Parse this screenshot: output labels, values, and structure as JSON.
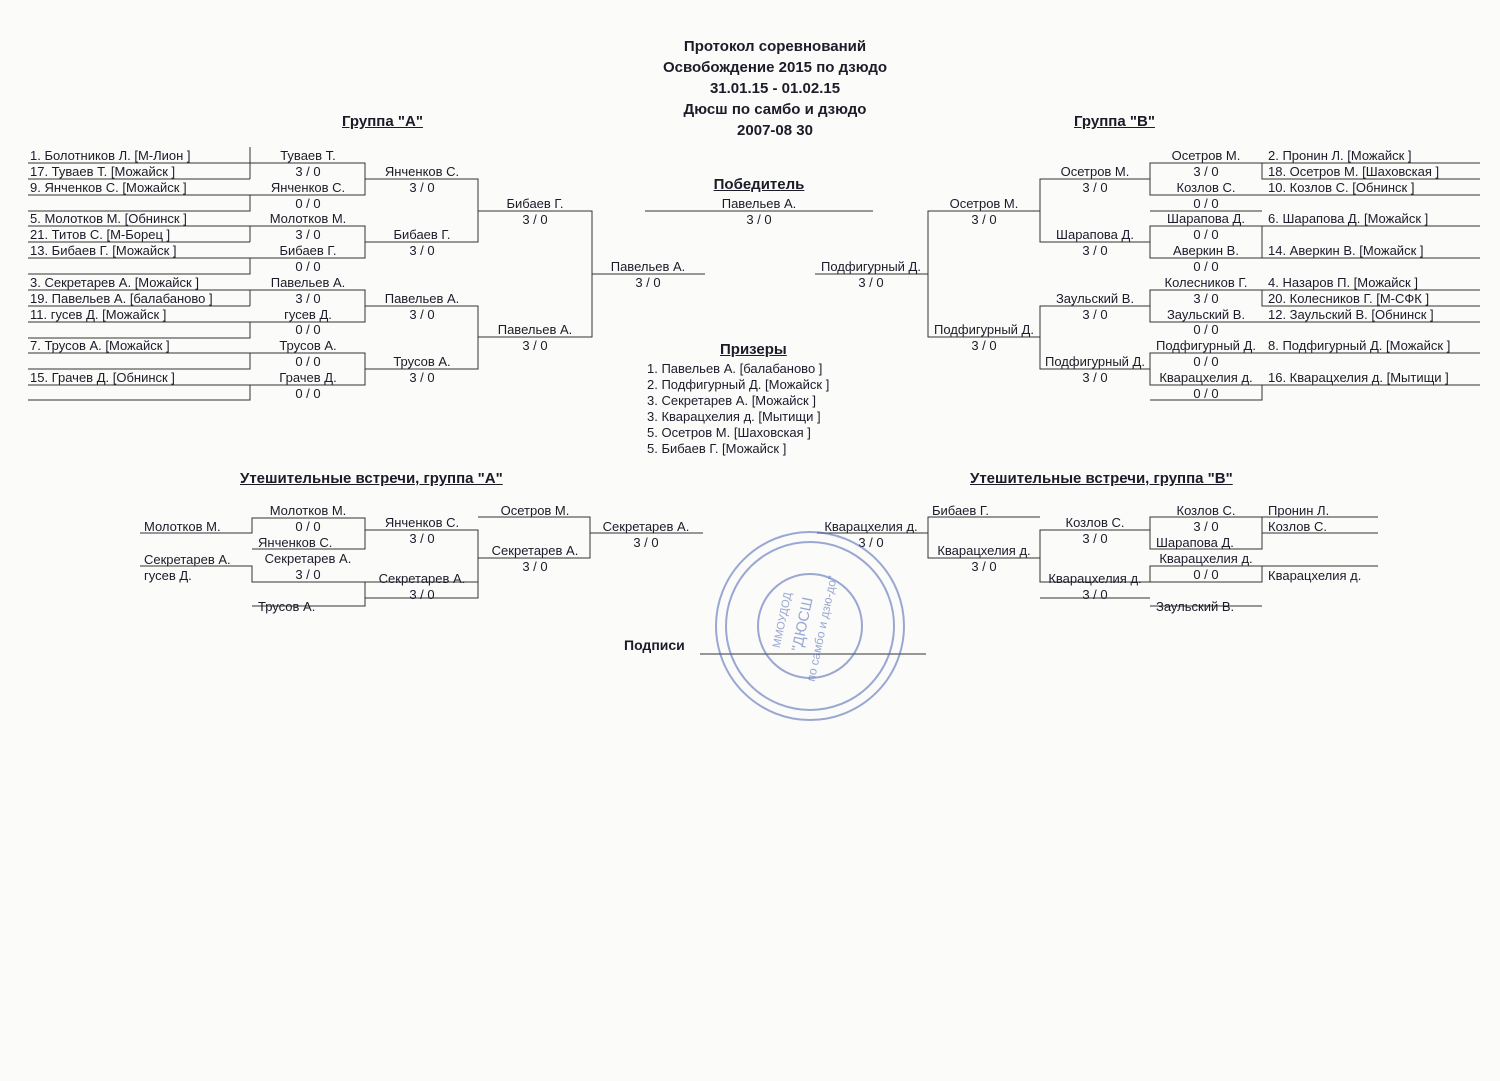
{
  "header": {
    "line1": "Протокол соревнований",
    "line2": "Освобождение 2015 по дзюдо",
    "line3": "31.01.15 - 01.02.15",
    "line4": "Дюсш по самбо и дзюдо",
    "line5": "2007-08 30"
  },
  "group_a": {
    "title": "Группа  \"А\"",
    "entries": [
      "1. Болотников Л.  [М-Лион   ]",
      "17. Туваев Т.  [Можайск   ]",
      "9. Янченков С.  [Можайск   ]",
      "5. Молотков М.  [Обнинск   ]",
      "21. Титов С.  [М-Борец   ]",
      "13. Бибаев Г.  [Можайск   ]",
      "3. Секретарев А.  [Можайск   ]",
      "19. Павельев А.  [балабаново   ]",
      "11. гусев Д.  [Можайск   ]",
      "7. Трусов А.  [Можайск   ]",
      "15. Грачев Д.  [Обнинск   ]"
    ],
    "r1": [
      {
        "name": "Туваев Т.",
        "score": "3  /  0"
      },
      {
        "name": "Янченков С.",
        "score": "0  /  0"
      },
      {
        "name": "Молотков М.",
        "score": "3  /  0"
      },
      {
        "name": "Бибаев Г.",
        "score": "0  /  0"
      },
      {
        "name": "Павельев А.",
        "score": "3  /  0"
      },
      {
        "name": "гусев Д.",
        "score": "0  /  0"
      },
      {
        "name": "Трусов А.",
        "score": "0  /  0"
      },
      {
        "name": "Грачев Д.",
        "score": "0  /  0"
      }
    ],
    "r2": [
      {
        "name": "Янченков С.",
        "score": "3  /  0"
      },
      {
        "name": "Бибаев Г.",
        "score": "3  /  0"
      },
      {
        "name": "Павельев А.",
        "score": "3  /  0"
      },
      {
        "name": "Трусов А.",
        "score": "3  /  0"
      }
    ],
    "r3": [
      {
        "name": "Бибаев Г.",
        "score": "3  /  0"
      },
      {
        "name": "Павельев А.",
        "score": "3  /  0"
      }
    ],
    "final": {
      "name": "Павельев А.",
      "score": "3  /  0"
    }
  },
  "group_b": {
    "title": "Группа  \"В\"",
    "entries": [
      "2. Пронин Л.  [Можайск   ]",
      "18. Осетров М.  [Шаховская   ]",
      "10. Козлов С.  [Обнинск   ]",
      "6. Шарапова Д.  [Можайск   ]",
      "14. Аверкин В.  [Можайск   ]",
      "4. Назаров П.  [Можайск   ]",
      "20. Колесников Г.  [М-СФК   ]",
      "12. Заульский В.  [Обнинск   ]",
      "8. Подфигурный Д.  [Можайск   ]",
      "16. Кварацхелия д.  [Мытищи   ]"
    ],
    "r1": [
      {
        "name": "Осетров М.",
        "score": "3  /  0"
      },
      {
        "name": "Козлов С.",
        "score": "0  /  0"
      },
      {
        "name": "Шарапова Д.",
        "score": "0  /  0"
      },
      {
        "name": "Аверкин В.",
        "score": "0  /  0"
      },
      {
        "name": "Колесников Г.",
        "score": "3  /  0"
      },
      {
        "name": "Заульский В.",
        "score": "0  /  0"
      },
      {
        "name": "Подфигурный Д.",
        "score": "0  /  0"
      },
      {
        "name": "Кварацхелия д.",
        "score": "0  /  0"
      }
    ],
    "r2": [
      {
        "name": "Осетров М.",
        "score": "3  /  0"
      },
      {
        "name": "Шарапова Д.",
        "score": "3  /  0"
      },
      {
        "name": "Заульский В.",
        "score": "3  /  0"
      },
      {
        "name": "Подфигурный Д.",
        "score": "3  /  0"
      }
    ],
    "r3": [
      {
        "name": "Осетров М.",
        "score": "3  /  0"
      },
      {
        "name": "Подфигурный Д.",
        "score": "3  /  0"
      }
    ],
    "final": {
      "name": "Подфигурный Д.",
      "score": "3  /  0"
    }
  },
  "winner": {
    "title": "Победитель",
    "name": "Павельев А.",
    "score": "3  /  0"
  },
  "prizes": {
    "title": "Призеры",
    "items": [
      "1. Павельев А.     [балабаново    ]",
      "2. Подфигурный Д.     [Можайск    ]",
      "3. Секретарев А.     [Можайск    ]",
      "3. Кварацхелия д.     [Мытищи    ]",
      "5. Осетров М.     [Шаховская    ]",
      "5. Бибаев Г.     [Можайск    ]"
    ]
  },
  "cons_a": {
    "title": "Утешительные встречи, группа \"А\"",
    "left_names": [
      "Молотков М.",
      "Секретарев А.",
      "гусев Д."
    ],
    "m1": {
      "name": "Молотков М.",
      "score": "0  /  0",
      "below": "Янченков С."
    },
    "m2": {
      "name": "Секретарев А.",
      "score": "3  /  0",
      "below": "Трусов А."
    },
    "r2a": {
      "name": "Янченков С.",
      "score": "3  /  0"
    },
    "r2b": {
      "name": "Секретарев А.",
      "score": "3  /  0"
    },
    "r3top": "Осетров М.",
    "r3": {
      "name": "Секретарев А.",
      "score": "3  /  0"
    },
    "final": {
      "name": "Секретарев А.",
      "score": "3  /  0"
    }
  },
  "cons_b": {
    "title": "Утешительные встречи, группа \"В\"",
    "right_names": [
      "Пронин Л.",
      "Козлов С.",
      "Кварацхелия д."
    ],
    "m1": {
      "name": "Козлов С.",
      "score": "3  /  0",
      "below": "Шарапова Д."
    },
    "m2": {
      "name": "Кварацхелия д.",
      "score": "0  /  0",
      "below": "Заульский В."
    },
    "r2a": {
      "name": "Козлов С.",
      "score": "3  /  0"
    },
    "r2b": {
      "name": "Кварацхелия д.",
      "score": "3  /  0"
    },
    "r3top": "Бибаев Г.",
    "r3": {
      "name": "Кварацхелия д.",
      "score": "3  /  0"
    },
    "final": {
      "name": "Кварацхелия д.",
      "score": "3  /  0"
    }
  },
  "signature_label": "Подписи",
  "stamp": {
    "lines": [
      "ММОУДОД",
      "\"ДЮСШ",
      "по самбо и дзю-до\""
    ],
    "ink": "#4b64b4"
  }
}
